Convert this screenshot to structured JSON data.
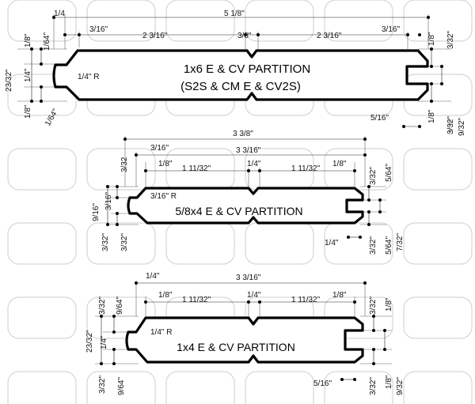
{
  "profiles": [
    {
      "title_line1": "1x6 E & CV PARTITION",
      "title_line2": "(S2S & CM E & CV2S)",
      "dims": {
        "top_left_small": "1/4",
        "overall": "5 1/8\"",
        "left_step": "3/16\"",
        "left_half": "2 3/16\"",
        "center": "3/8\"",
        "right_half": "2 3/16\"",
        "right_step": "3/16\"",
        "left_v1": "1/8\"",
        "left_v2": "1/64\"",
        "left_total": "23/32\"",
        "left_mid": "1/4\"",
        "left_bot1": "1/8\"",
        "left_bot2": "1/64\"",
        "radius": "1/4\" R",
        "right_v1": "1/8\"",
        "right_v2": "3/32\"",
        "right_bot1": "1/8\"",
        "right_bot2": "3/32\"",
        "right_total": "9/32\"",
        "tongue": "5/16\""
      }
    },
    {
      "title_line1": "5/8x4 E & CV PARTITION",
      "dims": {
        "overall": "3 3/8\"",
        "face": "3 3/16\"",
        "left_step": "3/16\"",
        "left_small": "3/32",
        "eighth_left": "1/8\"",
        "left_half": "1 11/32\"",
        "center": "1/4\"",
        "right_half": "1 11/32\"",
        "eighth_right": "1/8\"",
        "right_v1": "3/32\"",
        "right_v2": "5/64\"",
        "left_total": "9/16\"",
        "left_mid": "3/16\"",
        "radius": "3/16\" R",
        "left_bot1": "3/32\"",
        "left_bot2": "3/32\"",
        "right_bot1": "3/32\"",
        "right_bot2": "5/64\"",
        "right_bot3": "7/32\"",
        "tongue": "1/4\""
      }
    },
    {
      "title_line1": "1x4 E & CV PARTITION",
      "dims": {
        "top_small": "1/4\"",
        "face": "3 3/16\"",
        "eighth_left": "1/8\"",
        "left_half": "1 11/32\"",
        "center": "1/4\"",
        "right_half": "1 11/32\"",
        "eighth_right": "1/8\"",
        "left_v1": "3/32\"",
        "left_v2": "9/64\"",
        "right_v1": "3/32\"",
        "right_v2": "1/8\"",
        "left_total": "23/32\"",
        "left_mid": "1/4\"",
        "radius": "1/4\" R",
        "left_bot1": "3/32\"",
        "left_bot2": "9/64\"",
        "right_bot1": "3/32\"",
        "right_bot2": "1/8\"",
        "right_bot3": "9/32\"",
        "tongue": "5/16\""
      }
    }
  ]
}
